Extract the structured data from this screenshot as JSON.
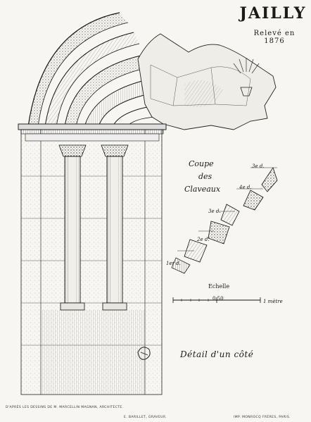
{
  "plate": {
    "title": "JAILLY",
    "subtitle": "Relevé en 1876",
    "section_heading": [
      "Coupe",
      "des",
      "Claveaux"
    ],
    "profile_labels": [
      "3e d.",
      "4e d.",
      "3e d.",
      "2e d.",
      "1er d."
    ],
    "scale": {
      "title": "Echelle",
      "mid_label": "0,50",
      "end_label": "1 mètre"
    },
    "detail_caption": "Détail d'un côté",
    "credits": {
      "left": "D'APRÈS LES DESSINS DE M. MARCELLIN MAGNAN, ARCHITECTE.",
      "center": "E. BARILLET, GRAVEUR.",
      "right": "IMP. MONROCQ FRÈRES, PARIS."
    }
  }
}
